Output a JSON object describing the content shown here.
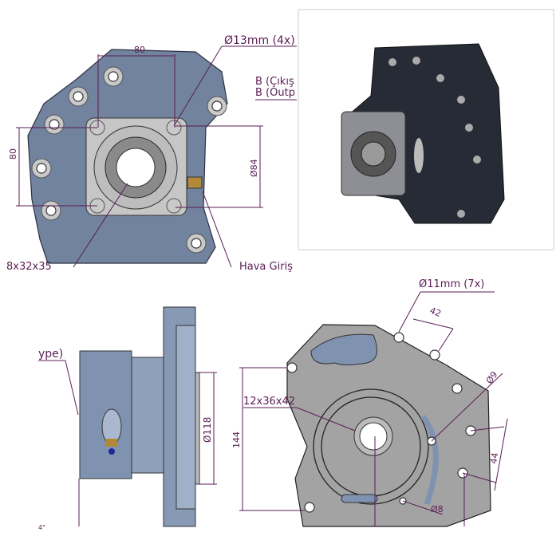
{
  "front_view": {
    "dim_width": "80",
    "dim_height": "80",
    "bolt_holes": "Ø13mm (4x)",
    "flange_diameter": "Ø84",
    "spline": "8x32x35",
    "air_inlet": "Hava Giriş",
    "output_tr": "B (Çıkış",
    "output_en": "B (Outp"
  },
  "side_view": {
    "type_label": "ype)",
    "pilot_diameter": "Ø118",
    "bottom_note": "4\""
  },
  "rear_view": {
    "mount_holes": "Ø11mm (7x)",
    "dim_42": "42",
    "hole_9": "Ø9",
    "dim_44": "44",
    "height_144": "144",
    "input_spline": "12x36x42",
    "hole_8": "Ø8"
  },
  "colors": {
    "dimension": "#5a1d55",
    "housing_blue": "#71839e",
    "plate_gray": "#a3a3a3"
  }
}
